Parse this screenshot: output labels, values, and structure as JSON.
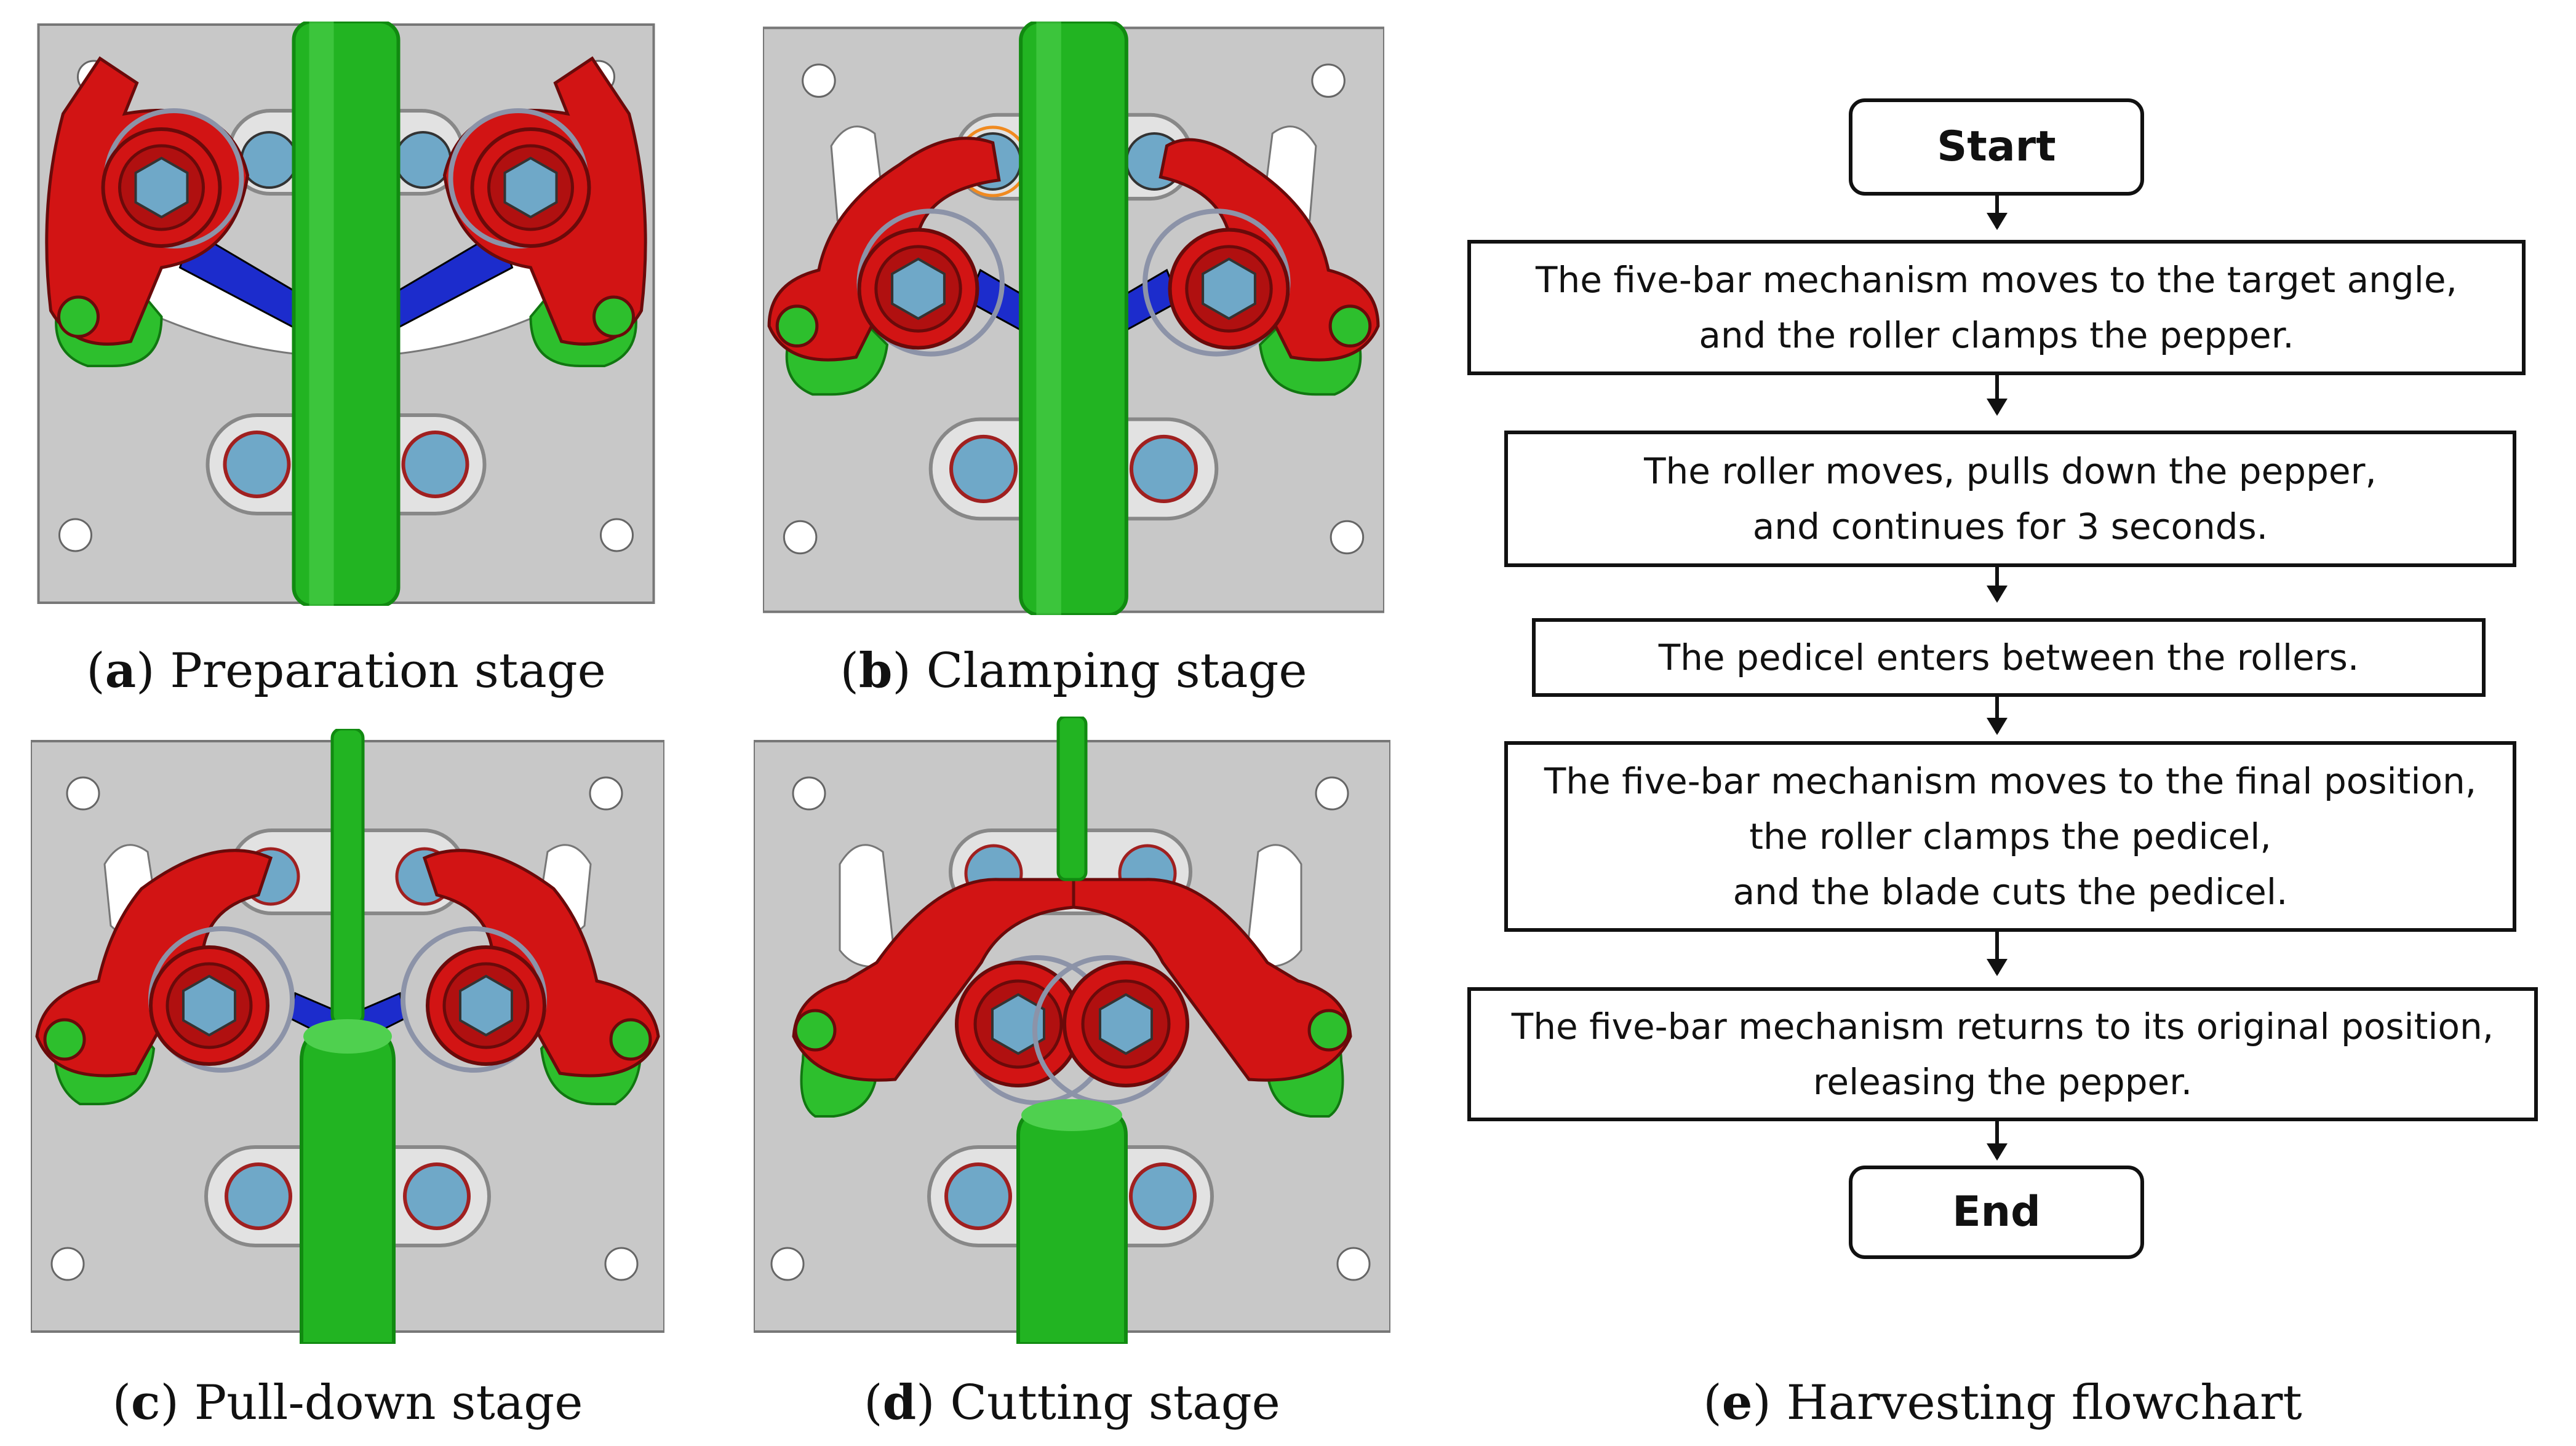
{
  "panels": [
    {
      "id": "a",
      "letter": "a",
      "label": "Preparation stage"
    },
    {
      "id": "b",
      "letter": "b",
      "label": "Clamping stage"
    },
    {
      "id": "c",
      "letter": "c",
      "label": "Pull-down stage"
    },
    {
      "id": "d",
      "letter": "d",
      "label": "Cutting stage"
    }
  ],
  "flowchart": {
    "caption_letter": "e",
    "caption_label": "Harvesting flowchart",
    "start": "Start",
    "steps": [
      {
        "lines": [
          "The five-bar mechanism moves to the target angle,",
          "and the roller clamps the pepper."
        ]
      },
      {
        "lines": [
          "The roller moves, pulls down the pepper,",
          "and continues for 3 seconds."
        ]
      },
      {
        "lines": [
          "The pedicel enters between the rollers."
        ]
      },
      {
        "lines": [
          "The five-bar mechanism moves to the final position,",
          "the roller clamps the pedicel,",
          "and the blade cuts the pedicel."
        ]
      },
      {
        "lines": [
          "The five-bar mechanism returns to its original position,",
          "releasing the pepper."
        ]
      }
    ],
    "end": "End"
  },
  "colors": {
    "plate": "#c8c8c8",
    "plate_edge": "#777777",
    "hole": "#ffffff",
    "stem": "#22b422",
    "stem_dark": "#118a11",
    "arm": "#d21414",
    "arm_dark": "#7a0a0a",
    "bolt": "#6fa8c8",
    "roller_ring": "#8c93a8",
    "blade": "#1c2ccc",
    "pad": "#2dbf2d"
  }
}
